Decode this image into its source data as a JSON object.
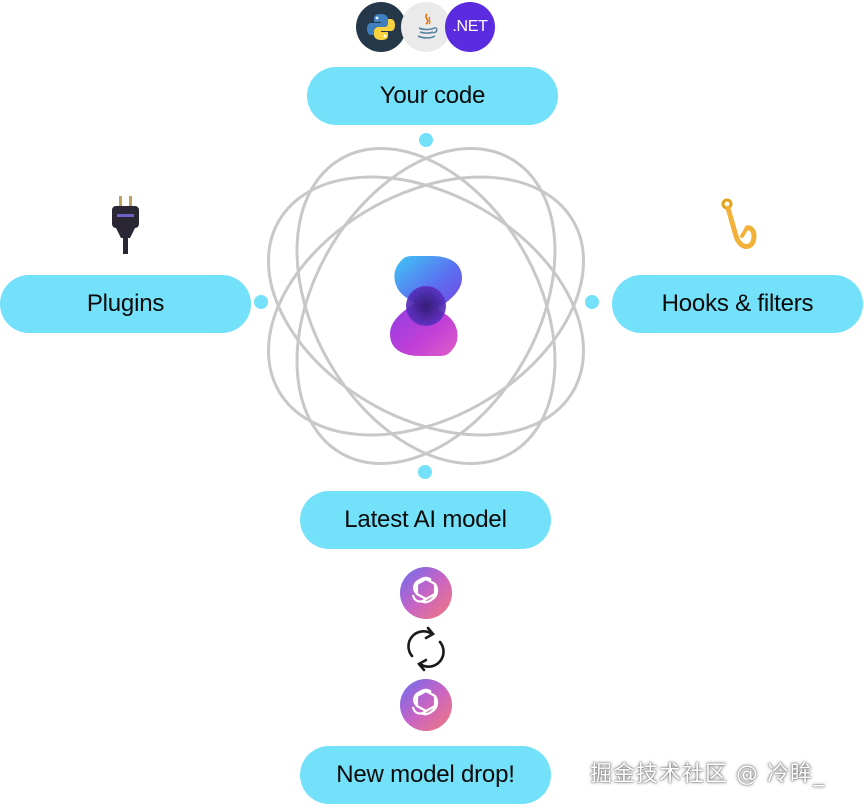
{
  "nodes": {
    "your_code": "Your code",
    "plugins": "Plugins",
    "hooks_filters": "Hooks & filters",
    "latest_ai_model": "Latest AI model",
    "new_model_drop": "New model drop!"
  },
  "languages": {
    "python": "python-logo-icon",
    "java": "java-logo-icon",
    "dotnet_label": ".NET"
  },
  "icons": {
    "center": "semantic-kernel-logo-icon",
    "plugin": "power-plug-icon",
    "hook": "fishing-hook-icon",
    "model_top": "openai-logo-icon",
    "refresh": "refresh-cycle-icon",
    "model_bottom": "openai-logo-icon"
  },
  "colors": {
    "pill": "#72e1f9",
    "orbit": "#c8c8c8",
    "connector_dot": "#72e1f9",
    "python_bg": "#24384a",
    "java_bg": "#eaeaea",
    "dotnet_bg": "#5b2be0"
  },
  "watermark": "掘金技术社区 @ 冷眸_"
}
